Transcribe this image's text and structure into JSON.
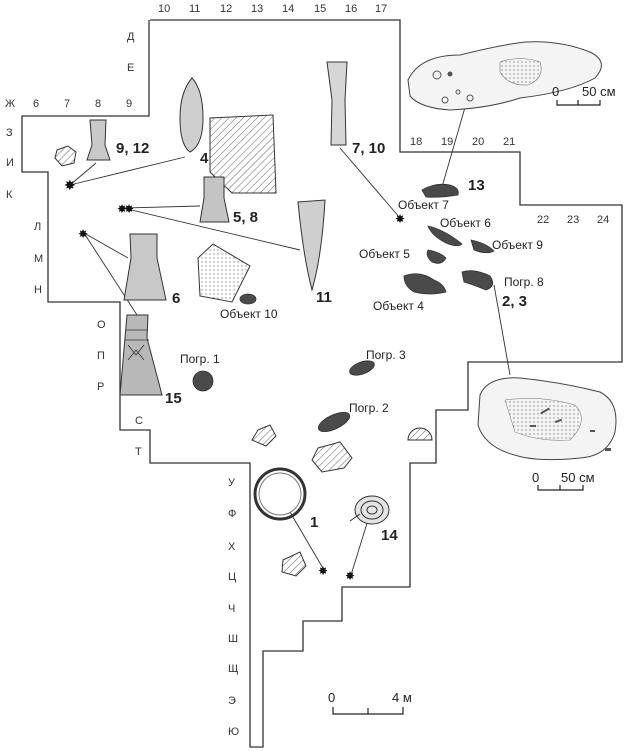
{
  "grid": {
    "top_numbers": [
      "10",
      "11",
      "12",
      "13",
      "14",
      "15",
      "16",
      "17"
    ],
    "row_numbers_left": [
      "6",
      "7",
      "8",
      "9"
    ],
    "row_numbers_right_a": [
      "18",
      "19",
      "20",
      "21"
    ],
    "row_numbers_right_b": [
      "22",
      "23",
      "24"
    ],
    "letters_top": [
      "Д",
      "Е"
    ],
    "letter_zh": "Ж",
    "letters_left": [
      "З",
      "И",
      "К",
      "Л",
      "М",
      "Н",
      "О",
      "П",
      "Р",
      "С",
      "Т"
    ],
    "letters_bottom": [
      "У",
      "Ф",
      "Х",
      "Ц",
      "Ч",
      "Ш",
      "Щ",
      "Э",
      "Ю"
    ]
  },
  "finds": {
    "n_9_12": "9, 12",
    "n_4": "4",
    "n_7_10": "7, 10",
    "n_5_8": "5, 8",
    "n_11": "11",
    "n_6": "6",
    "n_15": "15",
    "n_13": "13",
    "n_2_3": "2, 3",
    "n_1": "1",
    "n_14": "14"
  },
  "objects": {
    "obj_7": "Объект 7",
    "obj_6": "Объект 6",
    "obj_9": "Объект 9",
    "obj_5": "Объект 5",
    "obj_8": "Погр. 8",
    "obj_4": "Объект 4",
    "obj_10": "Объект 10",
    "pogr_1": "Погр. 1",
    "pogr_3": "Погр. 3",
    "pogr_2": "Погр. 2"
  },
  "scales": {
    "top_zero": "0",
    "top_value": "50 см",
    "mid_zero": "0",
    "mid_value": "50 см",
    "main_zero": "0",
    "main_value": "4 м"
  },
  "colors": {
    "feature_fill": "#4a4a4a",
    "artifact_fill": "#cfcfcf",
    "outline": "#333333"
  }
}
